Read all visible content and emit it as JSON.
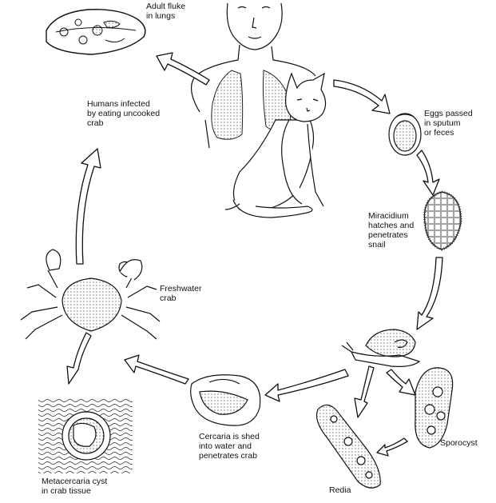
{
  "labels": {
    "adult_fluke": [
      "Adult fluke",
      "in lungs"
    ],
    "humans_infected": [
      "Humans infected",
      "by eating uncooked",
      "crab"
    ],
    "eggs_passed": [
      "Eggs passed",
      "in sputum",
      "or feces"
    ],
    "miracidium": [
      "Miracidium",
      "hatches and",
      "penetrates",
      "snail"
    ],
    "freshwater_crab": [
      "Freshwater",
      "crab"
    ],
    "cercaria": [
      "Cercaria is shed",
      "into water and",
      "penetrates crab"
    ],
    "sporocyst": [
      "Sporocyst"
    ],
    "redia": [
      "Redia"
    ],
    "metacercaria": [
      "Metacercaria cyst",
      "in crab tissue"
    ]
  }
}
